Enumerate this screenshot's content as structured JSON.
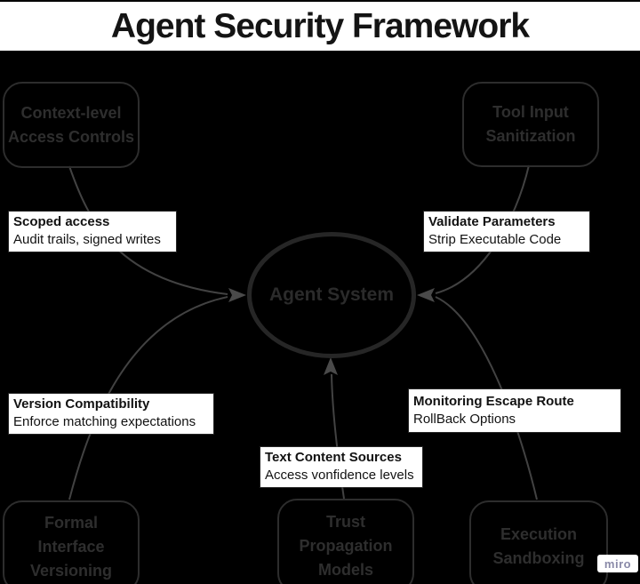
{
  "title": "Agent Security Framework",
  "center_node": {
    "label": "Agent System"
  },
  "nodes": [
    {
      "id": "context-level-access-controls",
      "lines": [
        "Context-level",
        "Access Controls"
      ]
    },
    {
      "id": "tool-input-sanitization",
      "lines": [
        "Tool Input",
        "Sanitization"
      ]
    },
    {
      "id": "formal-interface-versioning",
      "lines": [
        "Formal",
        "Interface",
        "Versioning"
      ]
    },
    {
      "id": "trust-propagation-models",
      "lines": [
        "Trust",
        "Propagation",
        "Models"
      ]
    },
    {
      "id": "execution-sandboxing",
      "lines": [
        "Execution",
        "Sandboxing"
      ]
    }
  ],
  "edge_labels": [
    {
      "title": "Scoped access",
      "subtitle": "Audit trails, signed writes"
    },
    {
      "title": "Validate Parameters",
      "subtitle": "Strip Executable Code"
    },
    {
      "title": "Version Compatibility",
      "subtitle": "Enforce matching expectations"
    },
    {
      "title": "Monitoring Escape Route",
      "subtitle": "RollBack Options"
    },
    {
      "title": "Text Content Sources",
      "subtitle": "Access vonfidence levels"
    }
  ],
  "edges": [
    {
      "from": "context-level-access-controls",
      "to": "agent-system",
      "label": "Scoped access"
    },
    {
      "from": "tool-input-sanitization",
      "to": "agent-system",
      "label": "Validate Parameters"
    },
    {
      "from": "formal-interface-versioning",
      "to": "agent-system",
      "label": "Version Compatibility"
    },
    {
      "from": "trust-propagation-models",
      "to": "agent-system",
      "label": "Text Content Sources"
    },
    {
      "from": "execution-sandboxing",
      "to": "agent-system",
      "label": "Monitoring Escape Route"
    }
  ],
  "watermark": {
    "label": "miro"
  },
  "colors": {
    "background": "#000000",
    "header_bg": "#ffffff",
    "title_text": "#141414",
    "node_border": "#2d2d2d",
    "node_text": "#2e2e2e",
    "edge_line": "#424242",
    "arrowhead": "#4a4a4a",
    "label_bg": "#ffffff",
    "label_text": "#121212",
    "watermark_text": "#8a8aa8"
  }
}
